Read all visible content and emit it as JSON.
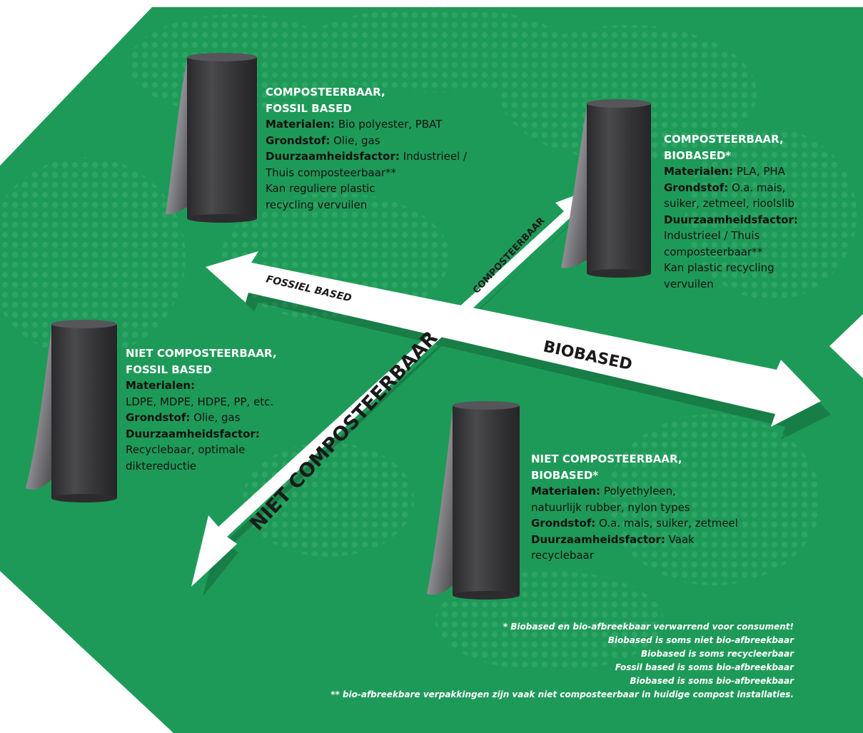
{
  "colors": {
    "background": "#1e9a58",
    "dots": "#3cad70",
    "arrow": "#ffffff",
    "roll": "#3a3a3c",
    "heading": "#ffffff",
    "text": "#111111"
  },
  "axes": {
    "fossil": "FOSSIEL BASED",
    "biobased": "BIOBASED",
    "compostable": "COMPOSTEERBAAR",
    "not_compostable": "NIET COMPOSTEERBAAR"
  },
  "quadrants": {
    "top_left": {
      "heading_1": "COMPOSTEERBAAR,",
      "heading_2": "FOSSIL BASED",
      "lines": [
        {
          "k": "Materialen:",
          "v": " Bio polyester, PBAT"
        },
        {
          "k": "Grondstof:",
          "v": " Olie, gas"
        },
        {
          "k": "Duurzaamheidsfactor:",
          "v": " Industrieel /"
        },
        {
          "k": "",
          "v": "Thuis composteerbaar**"
        },
        {
          "k": "",
          "v": "Kan reguliere plastic"
        },
        {
          "k": "",
          "v": "recycling vervuilen"
        }
      ]
    },
    "top_right": {
      "heading_1": "COMPOSTEERBAAR,",
      "heading_2": "BIOBASED*",
      "lines": [
        {
          "k": "Materialen:",
          "v": " PLA, PHA"
        },
        {
          "k": "Grondstof:",
          "v": " O.a. mais,"
        },
        {
          "k": "",
          "v": "suiker, zetmeel, rioolslib"
        },
        {
          "k": "Duurzaamheidsfactor:",
          "v": ""
        },
        {
          "k": "",
          "v": "Industrieel / Thuis"
        },
        {
          "k": "",
          "v": "composteerbaar**"
        },
        {
          "k": "",
          "v": "Kan plastic recycling"
        },
        {
          "k": "",
          "v": "vervuilen"
        }
      ]
    },
    "bottom_left": {
      "heading_1": "NIET COMPOSTEERBAAR,",
      "heading_2": "FOSSIL BASED",
      "lines": [
        {
          "k": "Materialen:",
          "v": ""
        },
        {
          "k": "",
          "v": "LDPE, MDPE, HDPE, PP, etc."
        },
        {
          "k": "Grondstof:",
          "v": " Olie, gas"
        },
        {
          "k": "Duurzaamheidsfactor:",
          "v": ""
        },
        {
          "k": "",
          "v": "Recyclebaar, optimale"
        },
        {
          "k": "",
          "v": "diktereductie"
        }
      ]
    },
    "bottom_right": {
      "heading_1": "NIET COMPOSTEERBAAR,",
      "heading_2": "BIOBASED*",
      "lines": [
        {
          "k": "Materialen:",
          "v": " Polyethyleen,"
        },
        {
          "k": "",
          "v": "natuurlijk rubber, nylon types"
        },
        {
          "k": "Grondstof:",
          "v": " O.a. mais, suiker, zetmeel"
        },
        {
          "k": "Duurzaamheidsfactor:",
          "v": " Vaak"
        },
        {
          "k": "",
          "v": "recyclebaar"
        }
      ]
    }
  },
  "footnotes": [
    "* Biobased en bio-afbreekbaar verwarrend voor consument!",
    "Biobased is soms niet bio-afbreekbaar",
    "Biobased is soms recycleerbaar",
    "Fossil based is soms bio-afbreekbaar",
    "Biobased is soms bio-afbreekbaar",
    "** bio-afbreekbare verpakkingen zijn vaak niet composteerbaar in huidige compost installaties."
  ]
}
